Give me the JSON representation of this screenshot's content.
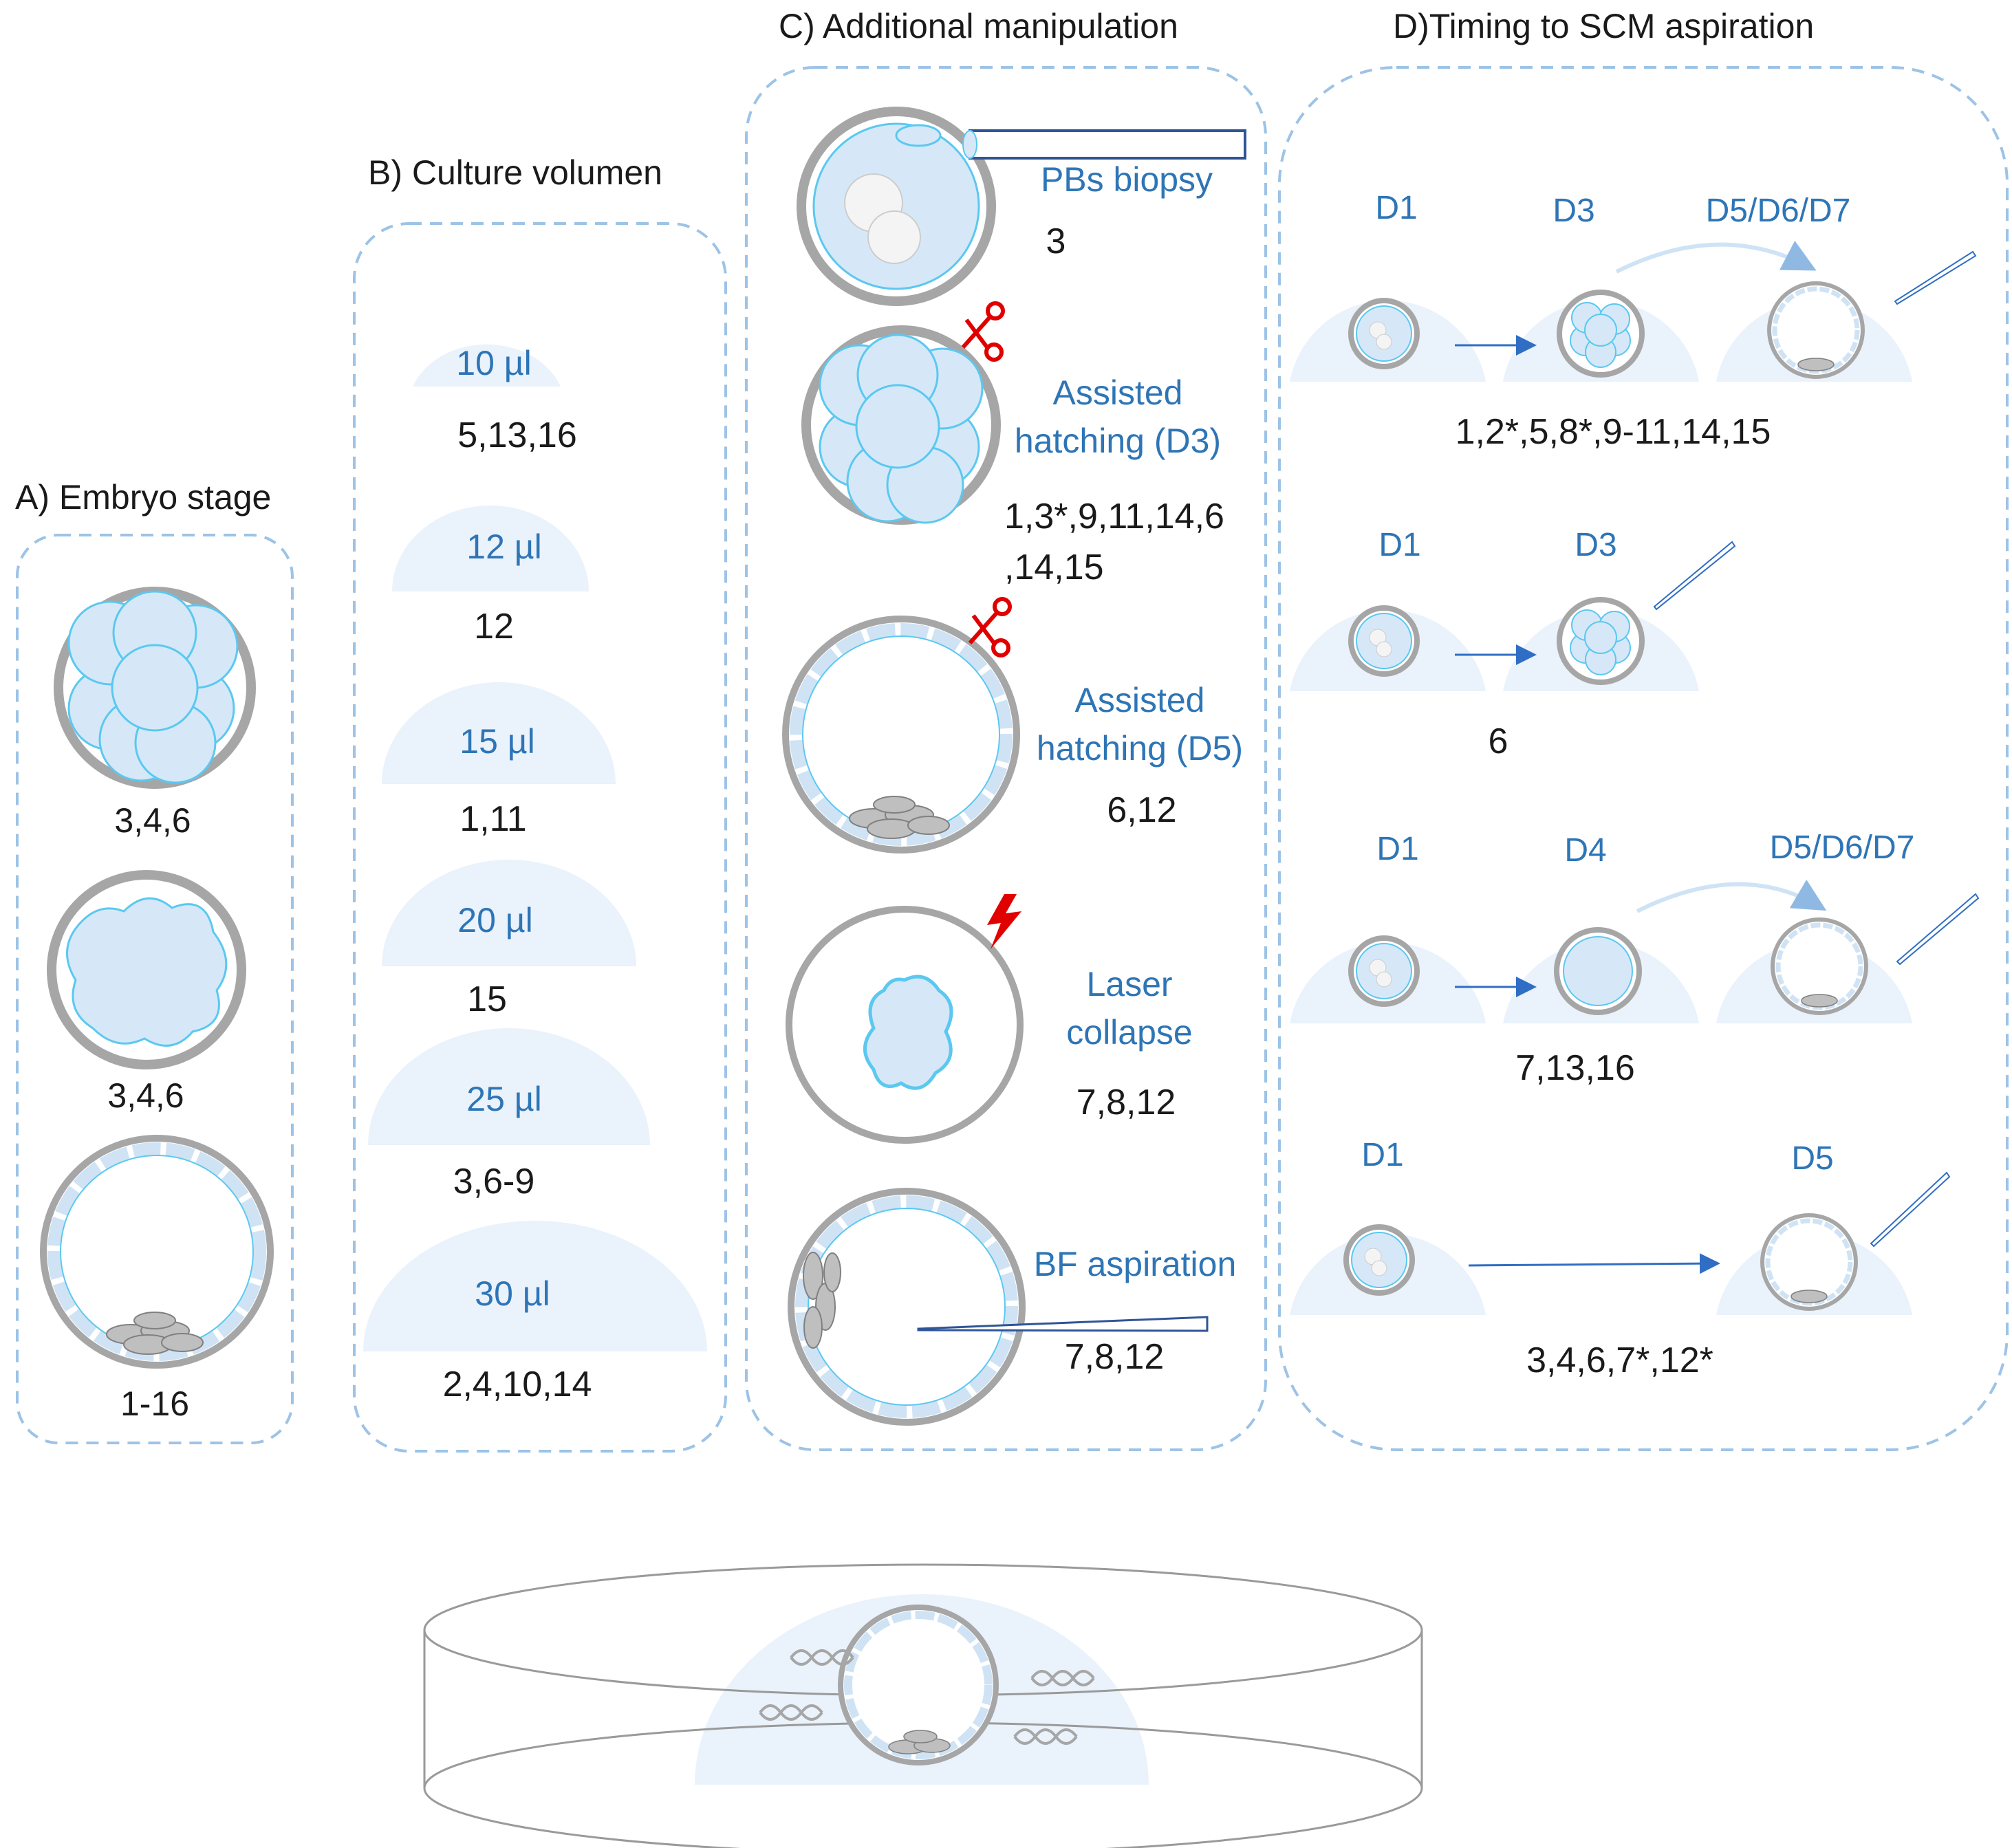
{
  "sections": {
    "A": {
      "title": "A) Embryo stage",
      "items": [
        {
          "refs": "3,4,6",
          "stage": "cleavage"
        },
        {
          "refs": "3,4,6",
          "stage": "morula"
        },
        {
          "refs": "1-16",
          "stage": "blastocyst"
        }
      ]
    },
    "B": {
      "title": "B) Culture volumen",
      "items": [
        {
          "volume": "10 µl",
          "refs": "5,13,16"
        },
        {
          "volume": "12 µl",
          "refs": "12"
        },
        {
          "volume": "15 µl",
          "refs": "1,11"
        },
        {
          "volume": "20 µl",
          "refs": "15"
        },
        {
          "volume": "25 µl",
          "refs": "3,6-9"
        },
        {
          "volume": "30 µl",
          "refs": "2,4,10,14"
        }
      ]
    },
    "C": {
      "title": "C) Additional manipulation",
      "items": [
        {
          "label_lines": [
            "PBs biopsy"
          ],
          "refs_lines": [
            "3"
          ]
        },
        {
          "label_lines": [
            "Assisted",
            "hatching (D3)"
          ],
          "refs_lines": [
            "1,3*,9,11,14,6",
            ",14,15"
          ]
        },
        {
          "label_lines": [
            "Assisted",
            "hatching (D5)"
          ],
          "refs_lines": [
            "6,12"
          ]
        },
        {
          "label_lines": [
            "Laser",
            "collapse"
          ],
          "refs_lines": [
            "7,8,12"
          ]
        },
        {
          "label_lines": [
            "BF aspiration"
          ],
          "refs_lines": [
            "7,8,12"
          ]
        }
      ]
    },
    "D": {
      "title": "D)Timing to SCM aspiration",
      "rows": [
        {
          "days": [
            "D1",
            "D3",
            "D5/D6/D7"
          ],
          "refs": "1,2*,5,8*,9-11,14,15"
        },
        {
          "days": [
            "D1",
            "D3"
          ],
          "refs": "6"
        },
        {
          "days": [
            "D1",
            "D4",
            "D5/D6/D7"
          ],
          "refs": "7,13,16"
        },
        {
          "days": [
            "D1",
            "D5"
          ],
          "refs": "3,4,6,7*,12*"
        }
      ]
    }
  },
  "colors": {
    "blue_text": "#2e75b6",
    "dashed_border": "#9dc3e6",
    "cell_fill": "#d6e8f8",
    "cell_stroke": "#5bc8f0",
    "zona": "#a6a6a6",
    "drop_fill": "#eaf2fb",
    "scissors": "#e00000"
  }
}
